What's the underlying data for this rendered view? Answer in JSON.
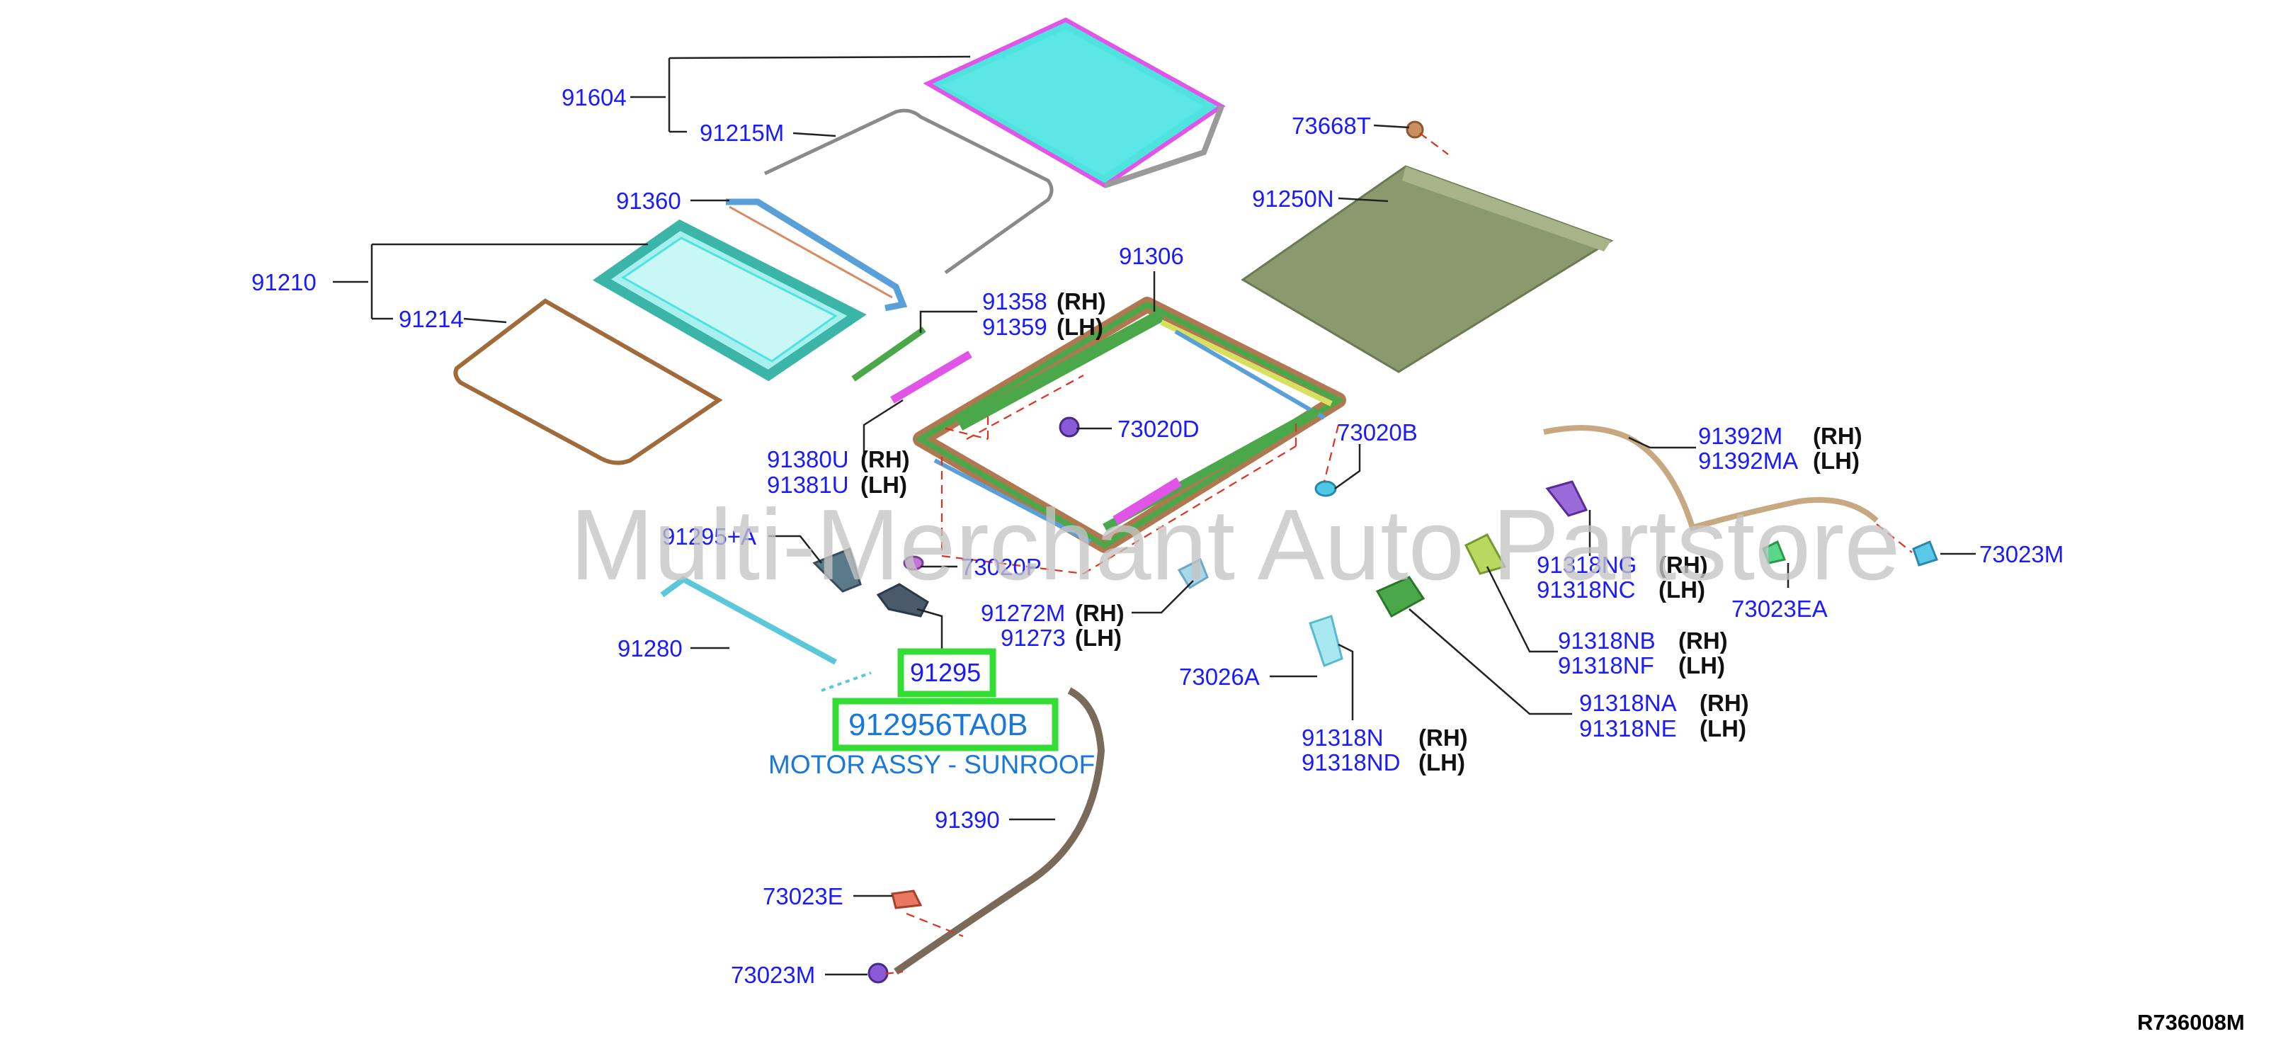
{
  "watermark": "Multi-Merchant Auto Partstore",
  "diagram_id": "R736008M",
  "highlight": {
    "callout": "91295",
    "part_number": "912956TA0B",
    "description": "MOTOR ASSY - SUNROOF",
    "accent_color": "#33dd33",
    "text_color": "#1a78d8"
  },
  "callouts": {
    "c91604": "91604",
    "c91215m": "91215M",
    "c91360": "91360",
    "c91210": "91210",
    "c91214": "91214",
    "c91306": "91306",
    "c91358": "91358",
    "c91359": "91359",
    "c91380u": "91380U",
    "c91381u": "91381U",
    "c73020d": "73020D",
    "c73020b": "73020B",
    "c73668t": "73668T",
    "c91250n": "91250N",
    "c91295a": "91295+A",
    "c73020p": "73020P",
    "c91272m": "91272M",
    "c91273": "91273",
    "c91280": "91280",
    "c91390": "91390",
    "c73023e": "73023E",
    "c73023m_left": "73023M",
    "c73026a": "73026A",
    "c91318n": "91318N",
    "c91318nd": "91318ND",
    "c91318na": "91318NA",
    "c91318ne": "91318NE",
    "c91318nb": "91318NB",
    "c91318nf": "91318NF",
    "c91318ng": "91318NG",
    "c91318nc": "91318NC",
    "c73023ea": "73023EA",
    "c91392m": "91392M",
    "c91392ma": "91392MA",
    "c73023m_right": "73023M"
  },
  "side_labels": {
    "rh": "(RH)",
    "lh": "(LH)"
  },
  "part_colors": {
    "glass_outer": "#4fe3e0",
    "glass_inner": "#a8f0ee",
    "trim_pink": "#e055e8",
    "shade": "#8b9a6e",
    "frame_green": "#4aa84a",
    "frame_brown": "#b07850",
    "weatherstrip": "#a06a3a",
    "leader_line": "#222222",
    "dash_line": "#e0301e",
    "label_blue": "#1a1aff"
  }
}
